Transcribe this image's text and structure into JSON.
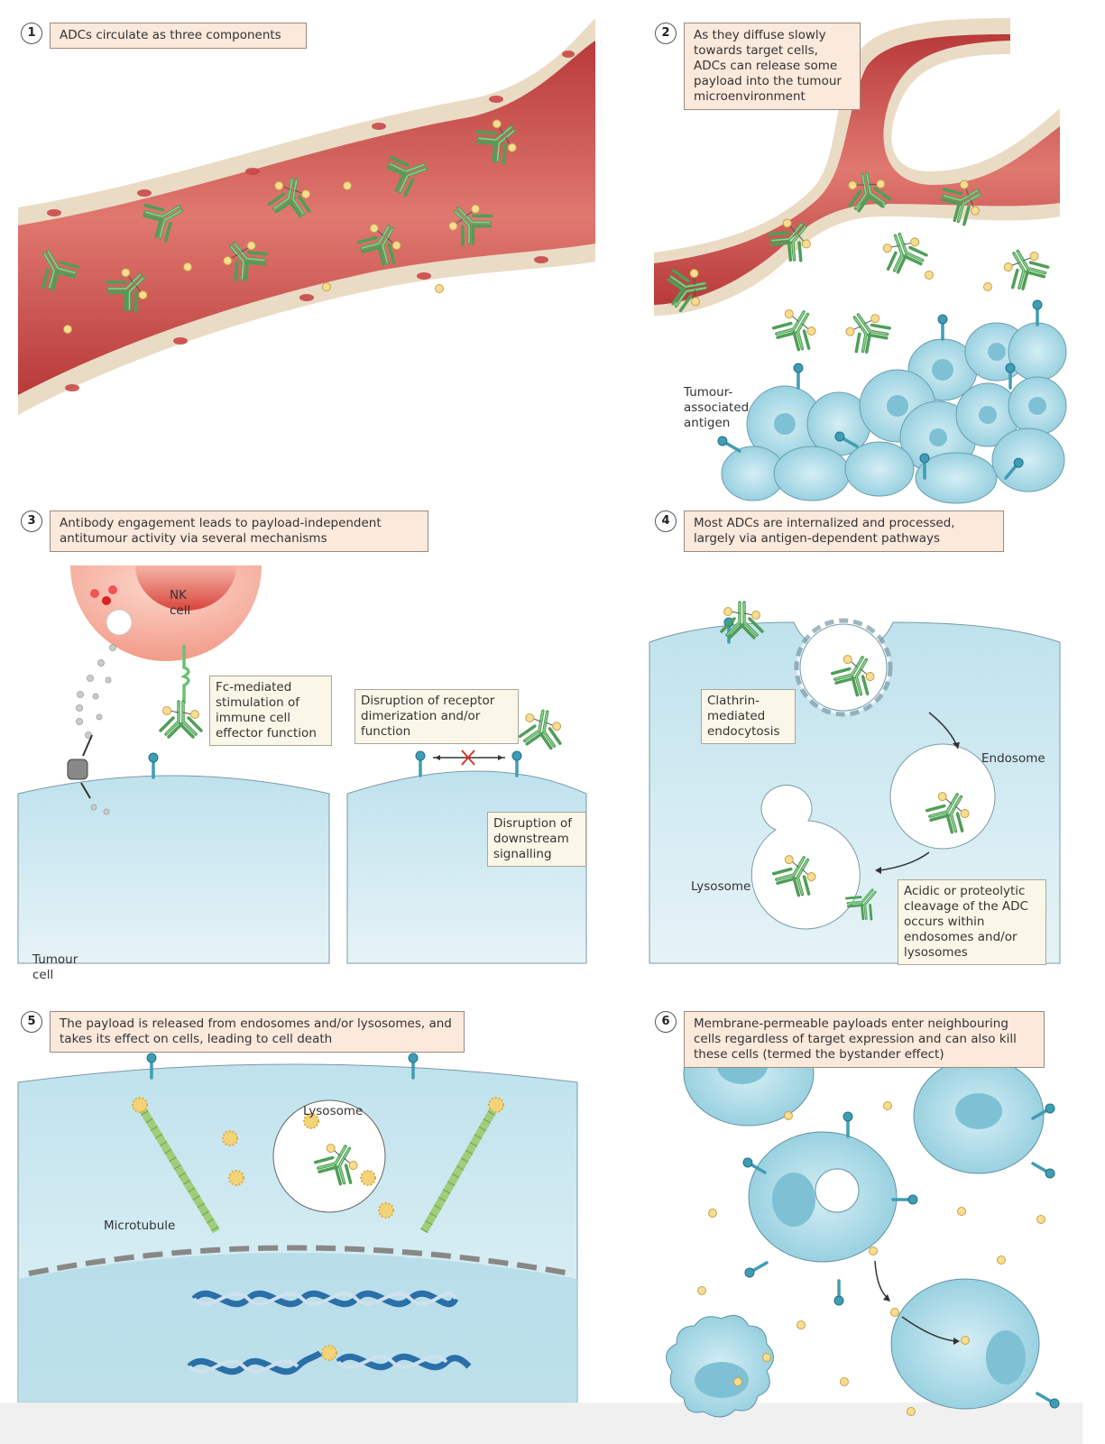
{
  "colors": {
    "vessel": "#c94a48",
    "vessel_wall": "#e8d6bf",
    "cell": "#a9d6e4",
    "antibody": "#6fbf73",
    "payload": "#f3d98a",
    "antigen": "#3f9db3",
    "caption_bg": "#fbe9dc",
    "note_bg": "#fbf7e8",
    "nk_cell": "#f4a89a",
    "inhibition_mark": "#d9332b",
    "dna": "#2a6fa8"
  },
  "panels": [
    {
      "number": "1",
      "caption": "ADCs circulate as three components",
      "labels": []
    },
    {
      "number": "2",
      "caption": "As they diffuse slowly towards target cells, ADCs can release some payload into the tumour microenvironment",
      "labels": [
        "Tumour-associated antigen"
      ]
    },
    {
      "number": "3",
      "caption": "Antibody engagement leads to payload-independent antitumour activity via several mechanisms",
      "labels": [
        "NK cell",
        "Fc-mediated stimulation of immune cell effector function",
        "Disruption of receptor dimerization and/or function",
        "Disruption of downstream signalling",
        "Tumour cell"
      ]
    },
    {
      "number": "4",
      "caption": "Most ADCs are internalized and processed, largely via antigen-dependent pathways",
      "labels": [
        "Clathrin-mediated endocytosis",
        "Endosome",
        "Lysosome",
        "Acidic or proteolytic cleavage of the ADC occurs within endosomes and/or lysosomes"
      ]
    },
    {
      "number": "5",
      "caption": "The payload is released from endosomes and/or lysosomes, and takes its effect on cells, leading to cell death",
      "labels": [
        "Lysosome",
        "Microtubule"
      ]
    },
    {
      "number": "6",
      "caption": "Membrane-permeable payloads enter neighbouring cells regardless of target expression and can also kill these cells (termed the bystander effect)",
      "labels": []
    }
  ]
}
